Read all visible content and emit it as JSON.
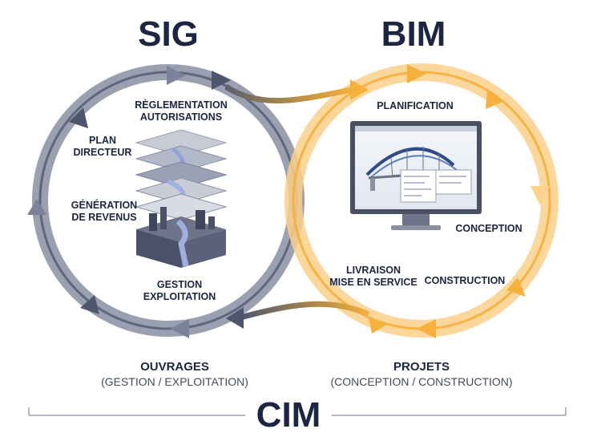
{
  "titles": {
    "left": "SIG",
    "right": "BIM",
    "bottom": "CIM"
  },
  "left_cycle": {
    "labels": [
      "RÈGLEMENTATION",
      "AUTORISATIONS",
      "PLAN",
      "DIRECTEUR",
      "GÉNÉRATION",
      "DE REVENUS",
      "GESTION",
      "EXPLOITATION"
    ]
  },
  "right_cycle": {
    "labels": [
      "PLANIFICATION",
      "CONCEPTION",
      "CONSTRUCTION",
      "LIVRAISON",
      "MISE EN SERVICE"
    ]
  },
  "footer": {
    "left_title": "OUVRAGES",
    "left_sub": "(GESTION / EXPLOITATION)",
    "right_title": "PROJETS",
    "right_sub": "(CONCEPTION / CONSTRUCTION)"
  },
  "colors": {
    "navy": "#1c2541",
    "grey_ring": "#8c93a6",
    "grey_arrow": "#7b829a",
    "dark_arrow": "#4e566e",
    "orange_ring": "#fbd38d",
    "orange_arrow": "#f5b13c"
  },
  "icons": [
    "monitor-icon",
    "bridge-model-icon",
    "layered-map-icon"
  ]
}
